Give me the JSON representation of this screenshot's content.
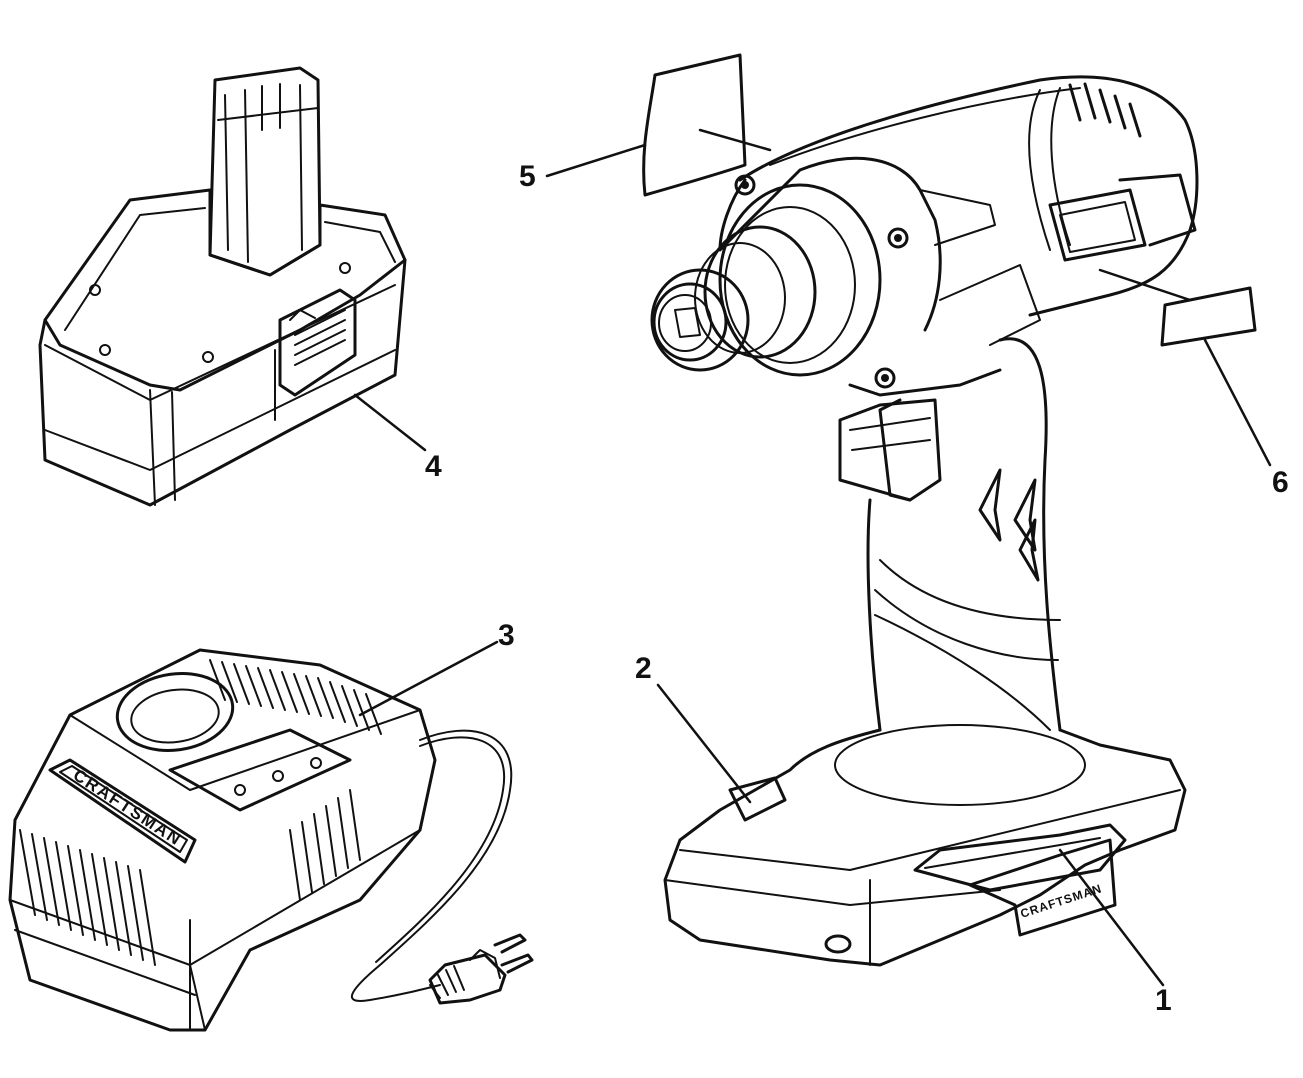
{
  "callouts": {
    "c1": "1",
    "c2": "2",
    "c3": "3",
    "c4": "4",
    "c5": "5",
    "c6": "6"
  },
  "branding": {
    "charger_logo": "CRAFTSMAN",
    "tool_logo": "CRAFTSMAN"
  },
  "colors": {
    "ink": "#111111",
    "paper": "#ffffff"
  }
}
